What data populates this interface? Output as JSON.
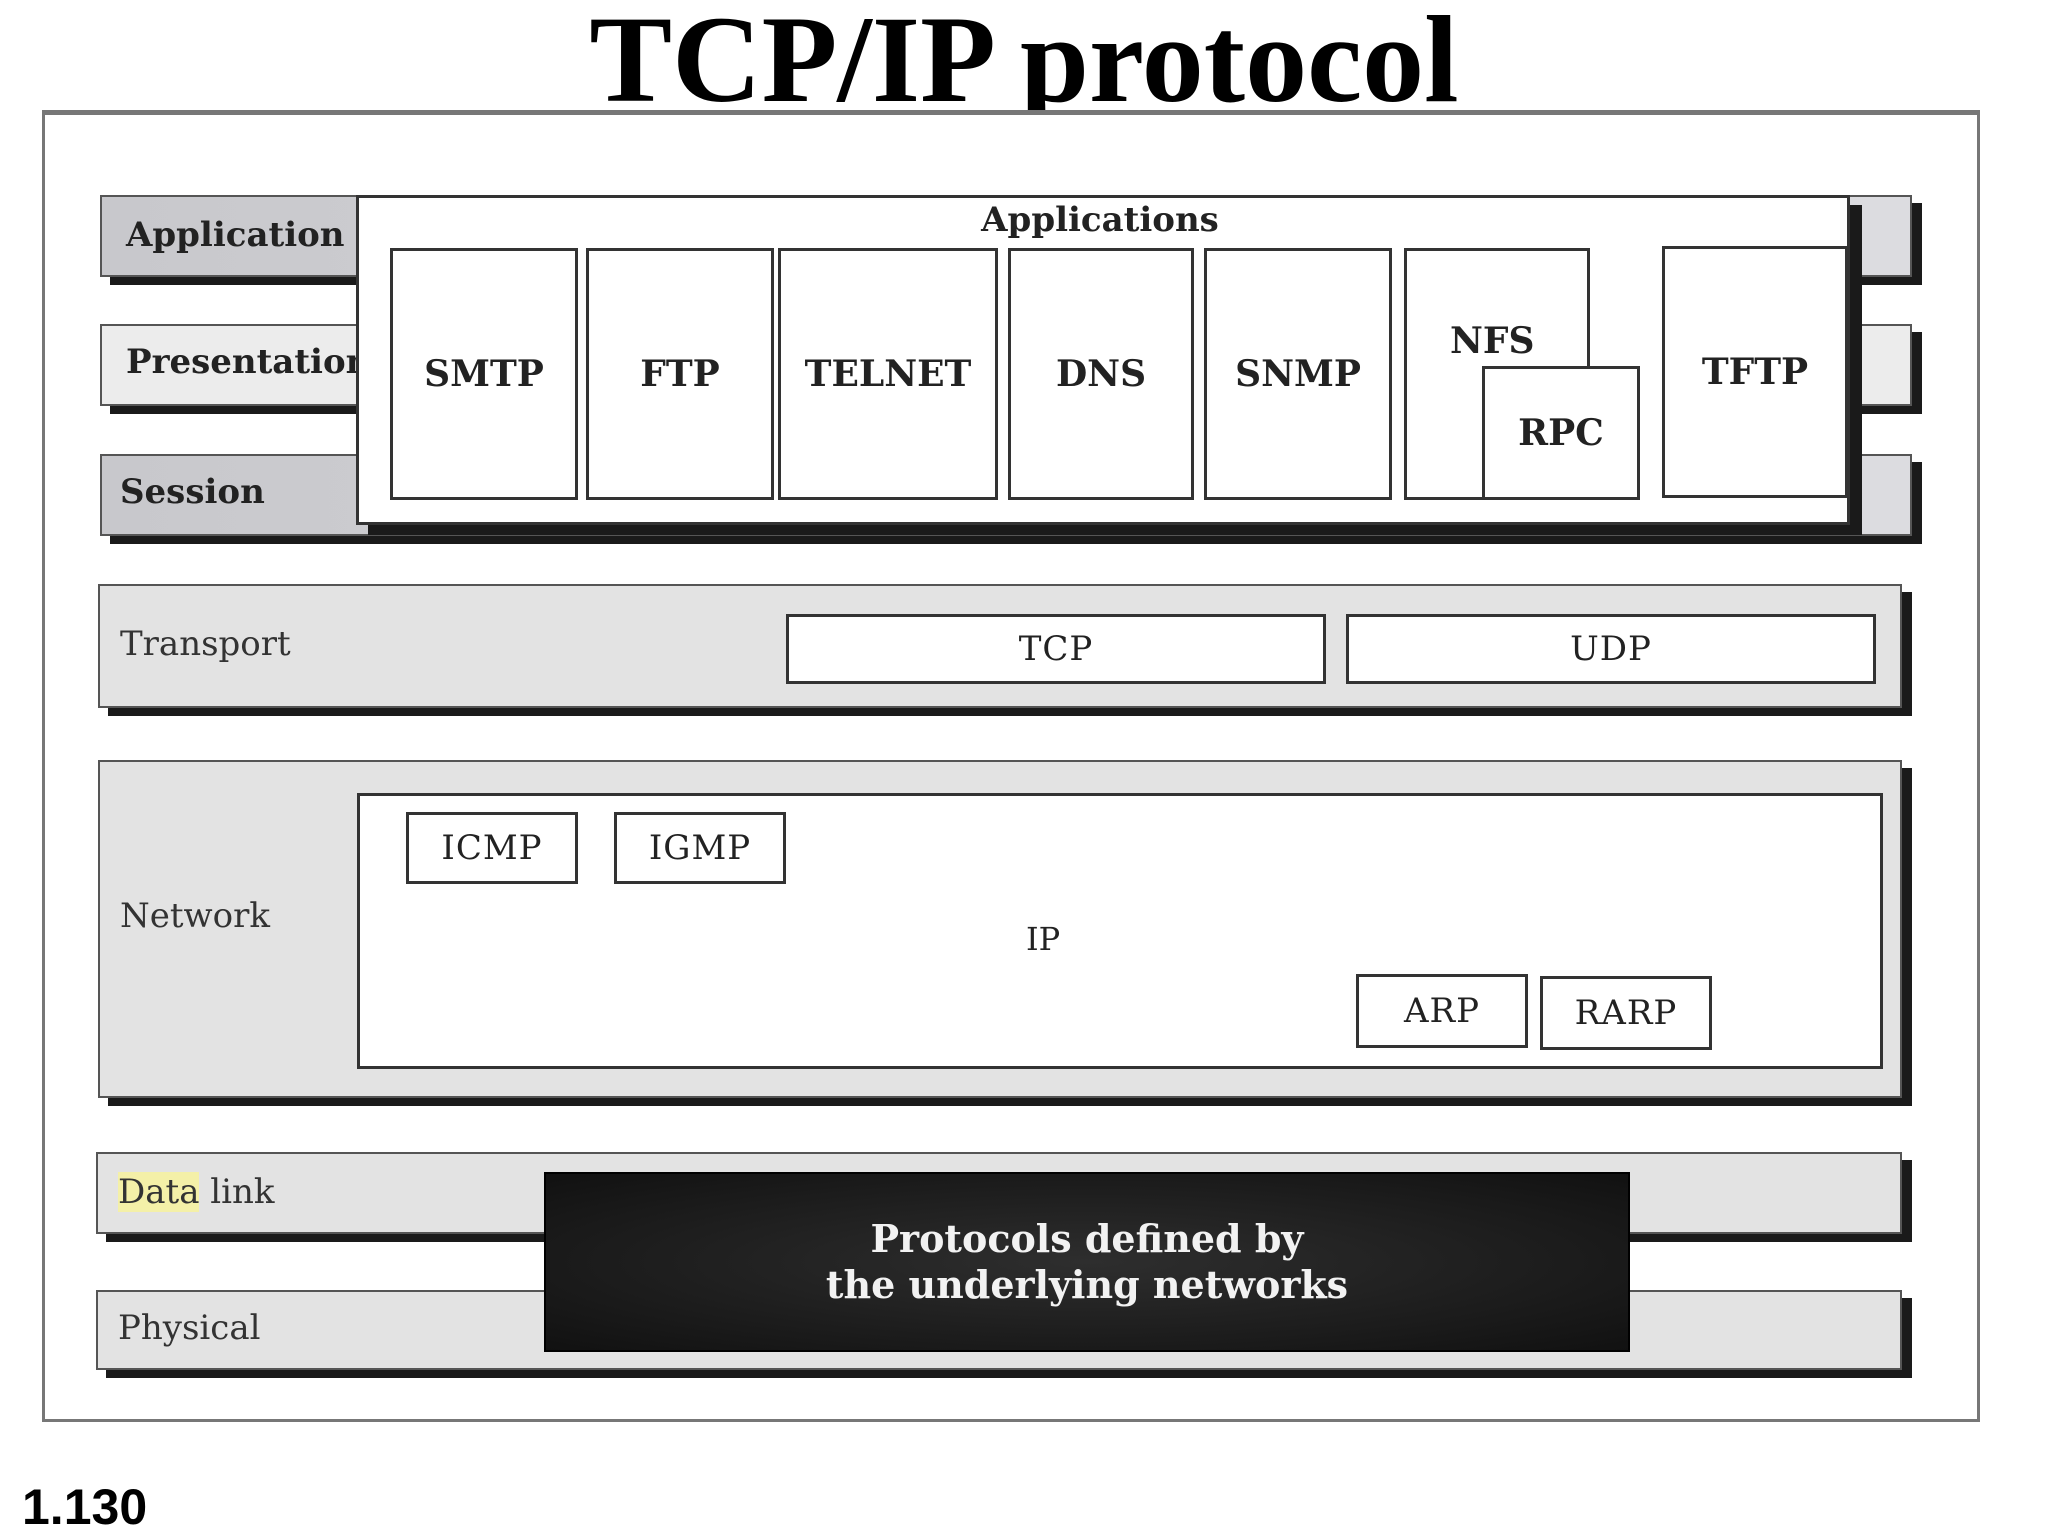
{
  "title": "TCP/IP protocol",
  "footer": "1.130",
  "layers": {
    "application": "Application",
    "presentation": "Presentation",
    "session": "Session",
    "transport": "Transport",
    "network": "Network",
    "data_link_1": "Data",
    "data_link_2": " link",
    "physical": "Physical"
  },
  "applications": {
    "heading": "Applications",
    "smtp": "SMTP",
    "ftp": "FTP",
    "telnet": "TELNET",
    "dns": "DNS",
    "snmp": "SNMP",
    "nfs": "NFS",
    "rpc": "RPC",
    "tftp": "TFTP"
  },
  "transport": {
    "tcp": "TCP",
    "udp": "UDP"
  },
  "network": {
    "ip": "IP",
    "icmp": "ICMP",
    "igmp": "IGMP",
    "arp": "ARP",
    "rarp": "RARP"
  },
  "underlying": {
    "line1": "Protocols defined by",
    "line2": "the underlying networks"
  }
}
